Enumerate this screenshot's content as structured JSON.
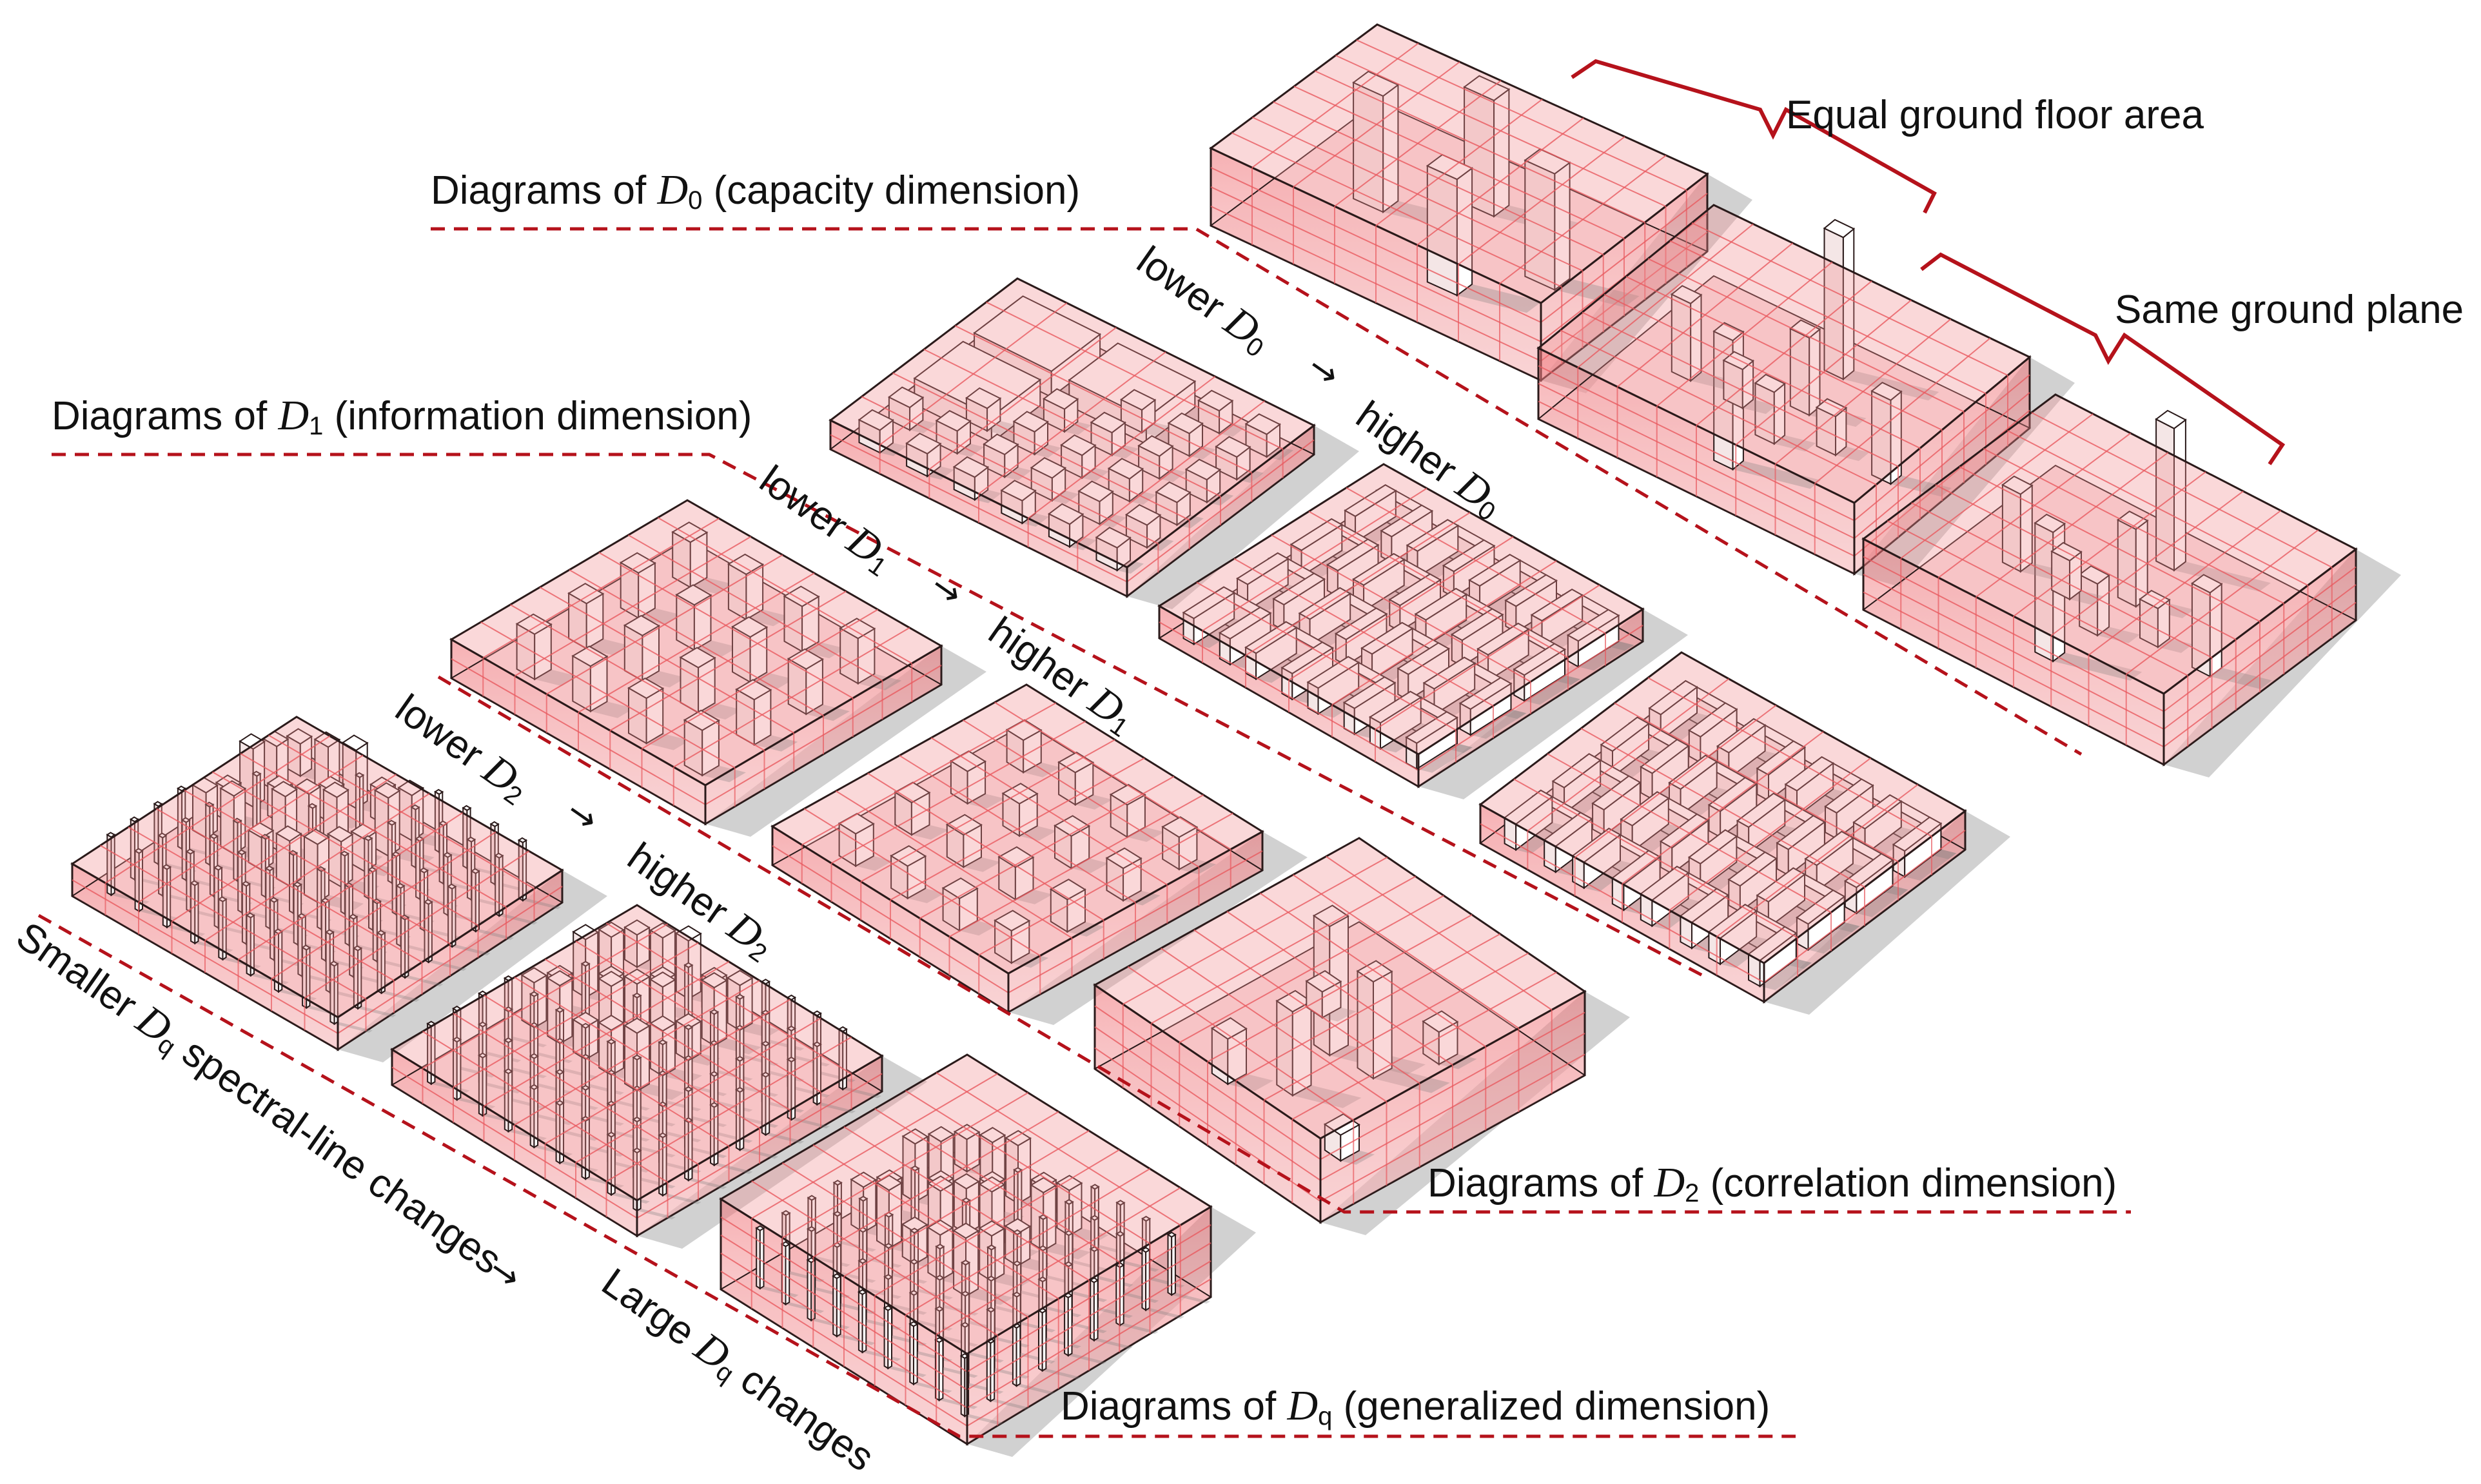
{
  "colors": {
    "accent": "#b5121b",
    "volume": "#e85a5f",
    "edge": "#2a1a1a",
    "building": "#ffffff",
    "shadow": "#7a7a7a"
  },
  "labels": {
    "d0_title": "Diagrams of ",
    "d0_symbol": "D",
    "d0_sub": "0",
    "d0_desc": " (capacity dimension)",
    "d1_title": "Diagrams of ",
    "d1_symbol": "D",
    "d1_sub": "1",
    "d1_desc": " (information dimension)",
    "d2_title": "Diagrams of ",
    "d2_symbol": "D",
    "d2_sub": "2",
    "d2_desc": " (correlation dimension)",
    "dq_title": "Diagrams of ",
    "dq_symbol": "D",
    "dq_sub": "q",
    "dq_desc": " (generalized dimension)",
    "equal_area": "Equal ground floor area",
    "same_plane": "Same ground plane",
    "lower": "lower ",
    "higher": "higher ",
    "arrow": "→",
    "smaller_prefix": "Smaller ",
    "smaller_suffix": " spectral-line changes",
    "large_prefix": "Large ",
    "large_suffix": " changes",
    "sym_D": "D",
    "sub_0": "0",
    "sub_1": "1",
    "sub_2": "2",
    "sub_q": "q"
  }
}
